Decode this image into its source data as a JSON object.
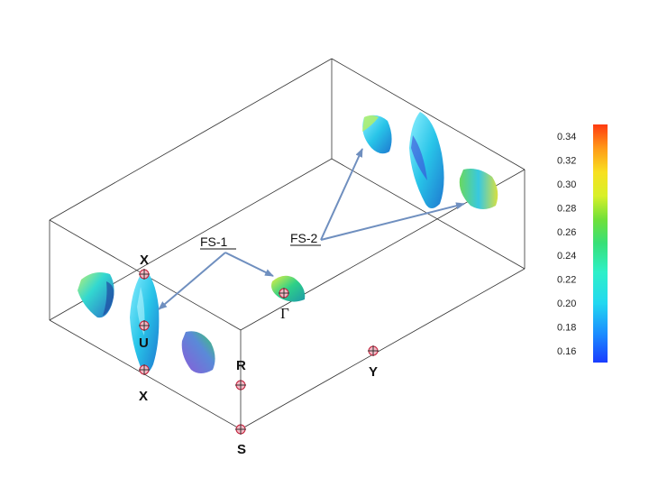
{
  "points": {
    "x_top": "X",
    "u": "U",
    "x_bottom": "X",
    "r": "R",
    "s": "S",
    "y": "Y",
    "gamma": "Γ"
  },
  "fermi_surfaces": {
    "fs1": "FS-1",
    "fs2": "FS-2"
  },
  "colorbar": {
    "ticks": [
      "0.34",
      "0.32",
      "0.30",
      "0.28",
      "0.26",
      "0.24",
      "0.22",
      "0.20",
      "0.18",
      "0.16"
    ],
    "min": 0.15,
    "max": 0.35
  },
  "colors": {
    "arrow": "#6f8fbf",
    "marker": "#c0203a",
    "box_edge": "#333333"
  }
}
